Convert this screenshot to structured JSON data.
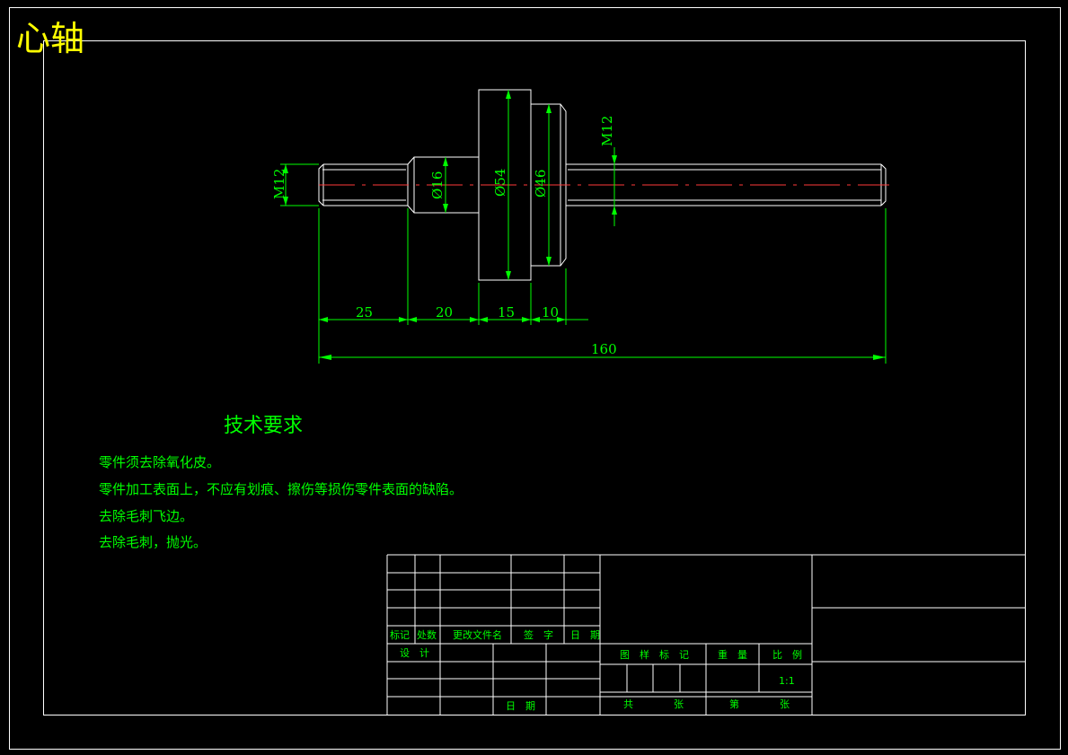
{
  "title": "心轴",
  "dimensions": {
    "d_m12_left": "M12",
    "d_16": "Ø16",
    "d_54": "Ø54",
    "d_46": "Ø46",
    "d_m12_right": "M12",
    "len_25": "25",
    "len_20": "20",
    "len_15": "15",
    "len_10": "10",
    "len_160": "160"
  },
  "tech_requirements": {
    "heading": "技术要求",
    "items": [
      "零件须去除氧化皮。",
      "零件加工表面上，不应有划痕、擦伤等损伤零件表面的缺陷。",
      "去除毛刺飞边。",
      "去除毛刺，抛光。"
    ]
  },
  "title_block": {
    "mark": "标记",
    "count": "处数",
    "change_doc": "更改文件名",
    "signature": "签　字",
    "date": "日　期",
    "design": "设　计",
    "date2": "日　期",
    "drawing_mark": "图　样　标　记",
    "weight": "重　量",
    "scale_label": "比　例",
    "scale_value": "1:1",
    "total": "共",
    "sheets": "张",
    "sheet_no": "第",
    "sheets2": "张"
  },
  "colors": {
    "background": "#000000",
    "outline": "#ffffff",
    "dimension": "#00ff00",
    "centerline": "#ff3a3a",
    "title": "#ffff00"
  }
}
